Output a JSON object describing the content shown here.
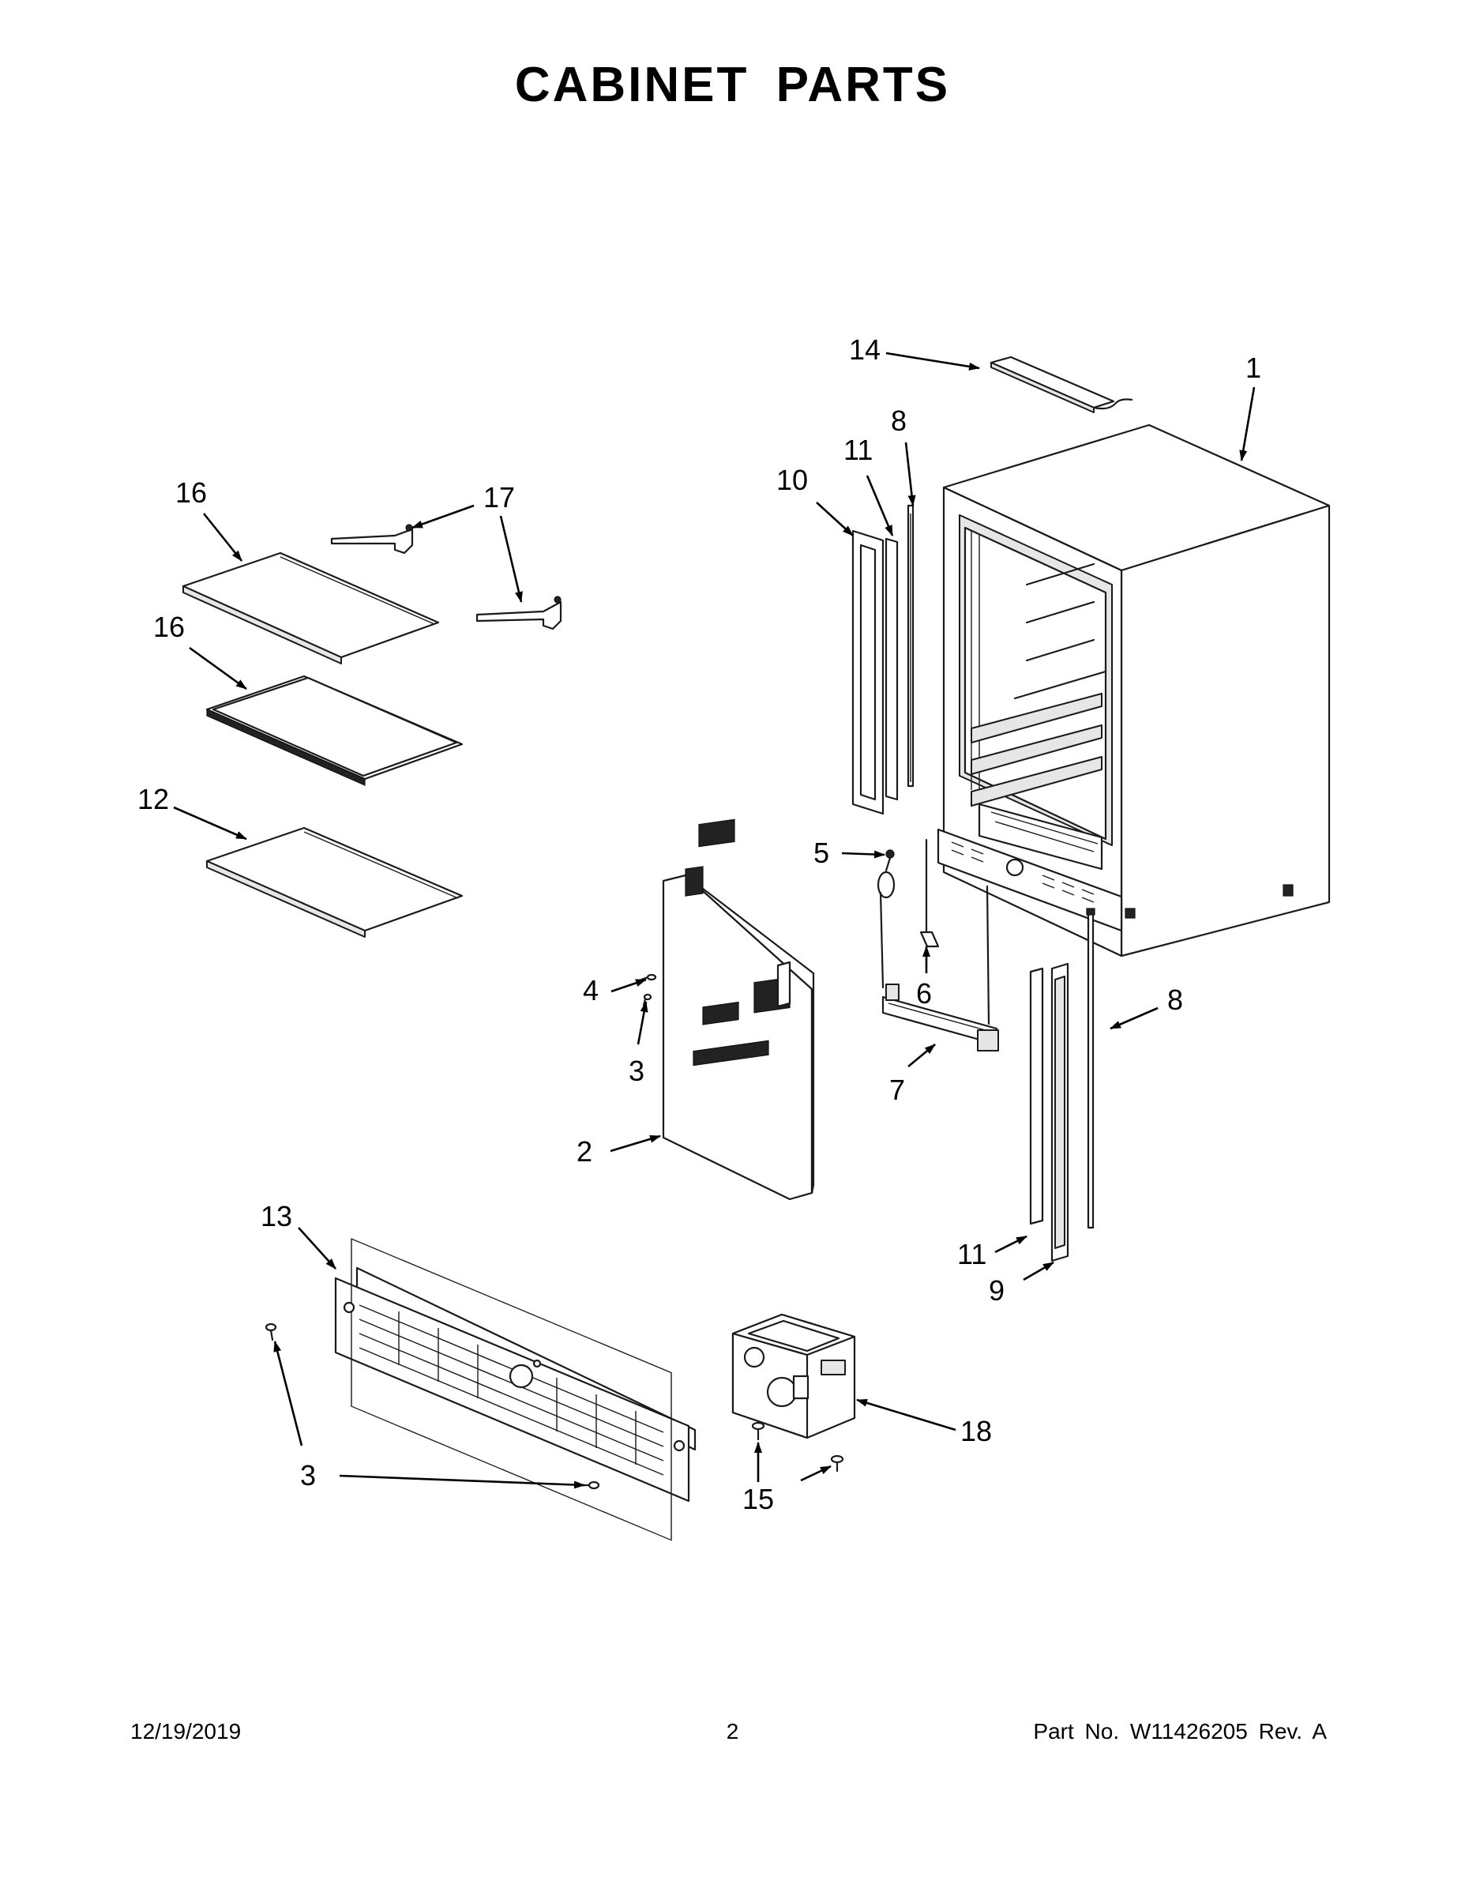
{
  "title": "CABINET PARTS",
  "callouts": {
    "c1": "1",
    "c2": "2",
    "c3a": "3",
    "c3b": "3",
    "c3c": "3",
    "c4": "4",
    "c5": "5",
    "c6": "6",
    "c7": "7",
    "c8a": "8",
    "c8b": "8",
    "c9": "9",
    "c10": "10",
    "c11a": "11",
    "c11b": "11",
    "c12": "12",
    "c13": "13",
    "c14": "14",
    "c15": "15",
    "c16a": "16",
    "c16b": "16",
    "c17": "17",
    "c18": "18"
  },
  "footer": {
    "date": "12/19/2019",
    "page": "2",
    "part_no": "Part No.  W11426205  Rev.  A"
  }
}
